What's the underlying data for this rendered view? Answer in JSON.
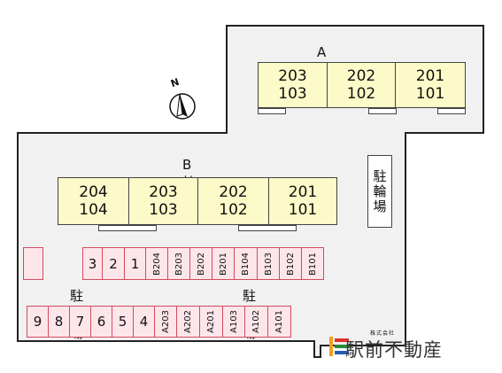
{
  "compass": {
    "label": "N"
  },
  "building_a": {
    "title": "A棟",
    "units": [
      {
        "top": "203",
        "bottom": "103"
      },
      {
        "top": "202",
        "bottom": "102"
      },
      {
        "top": "201",
        "bottom": "101"
      }
    ]
  },
  "building_b": {
    "title": "B棟",
    "units": [
      {
        "top": "204",
        "bottom": "104"
      },
      {
        "top": "203",
        "bottom": "103"
      },
      {
        "top": "202",
        "bottom": "102"
      },
      {
        "top": "201",
        "bottom": "101"
      }
    ]
  },
  "bicycle_parking": {
    "label": "駐輪場"
  },
  "parking_upper": [
    "3",
    "2",
    "1",
    "B204",
    "B203",
    "B202",
    "B201",
    "B104",
    "B103",
    "B102",
    "B101"
  ],
  "parking_lower": [
    "9",
    "8",
    "7",
    "6",
    "5",
    "4",
    "A203",
    "A202",
    "A201",
    "A103",
    "A102",
    "A101"
  ],
  "parking_labels": {
    "left": "駐車場",
    "right": "駐車場"
  },
  "logo": {
    "small": "株式会社",
    "name": "駅前不動産"
  },
  "colors": {
    "unit_fill": "#fbfac8",
    "parking_fill": "#fde6ea",
    "parking_border": "#d24a5e",
    "lot_fill": "#f1f1f1"
  }
}
